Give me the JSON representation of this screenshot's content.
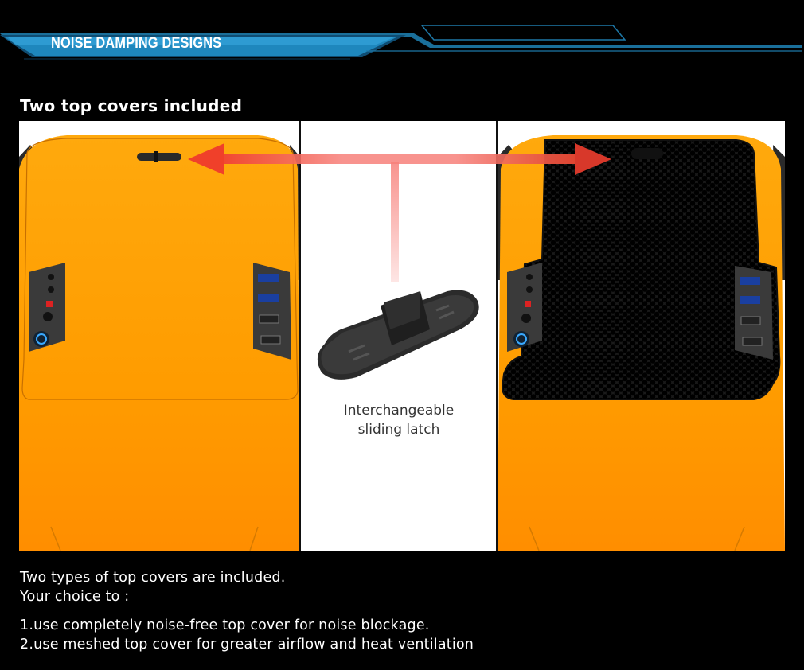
{
  "header": {
    "title": "NOISE DAMPING DESIGNS"
  },
  "section": {
    "heading": "Two top covers included"
  },
  "figure": {
    "latch_caption_line1": "Interchangeable",
    "latch_caption_line2": "sliding latch",
    "colors": {
      "case_orange": "#ff9a00",
      "arrow_red": "#f0402a",
      "mesh": "#1a1a1a"
    }
  },
  "description": {
    "line1": "Two types of top covers are included.",
    "line2": "Your choice to :",
    "items": [
      "1.use completely noise-free top cover for noise  blockage.",
      "2.use meshed top cover for greater airflow and heat ventilation"
    ]
  }
}
